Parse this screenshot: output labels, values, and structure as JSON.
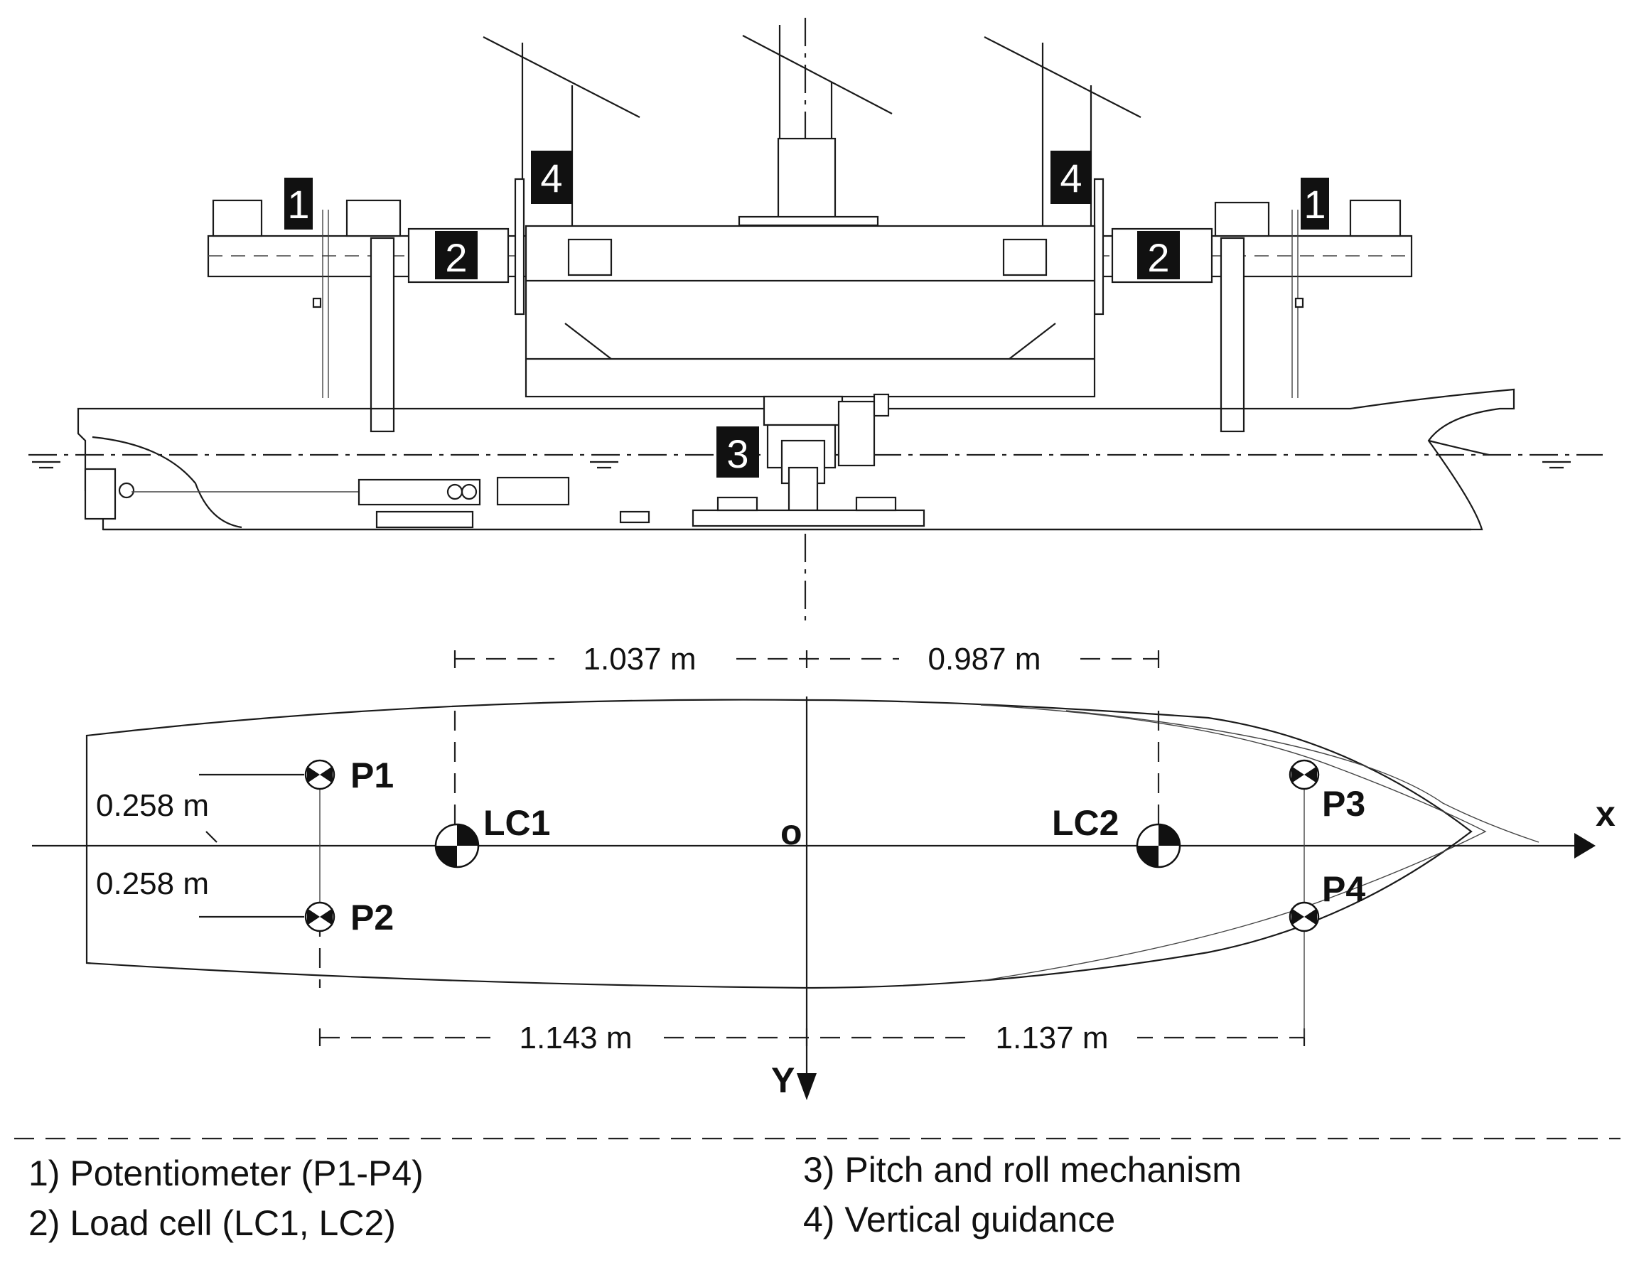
{
  "markers": {
    "m1": "1",
    "m2": "2",
    "m3": "3",
    "m4": "4"
  },
  "dimensions": {
    "top_left": "1.037 m",
    "top_right": "0.987 m",
    "bottom_left": "1.143 m",
    "bottom_right": "1.137 m",
    "side_upper": "0.258 m",
    "side_lower": "0.258 m"
  },
  "points": {
    "p1": "P1",
    "p2": "P2",
    "p3": "P3",
    "p4": "P4",
    "lc1": "LC1",
    "lc2": "LC2"
  },
  "axes": {
    "origin": "o",
    "x": "x",
    "y": "Y"
  },
  "legend": {
    "item1": "1) Potentiometer (P1-P4)",
    "item2": "2) Load cell (LC1, LC2)",
    "item3": "3) Pitch and roll mechanism",
    "item4": "4) Vertical guidance"
  }
}
